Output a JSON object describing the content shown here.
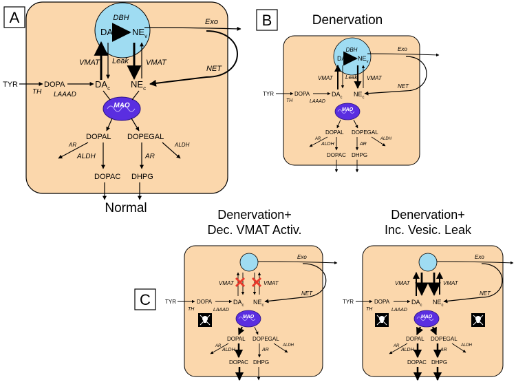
{
  "panels": {
    "A": {
      "label": "A",
      "caption": "Normal",
      "labels": {
        "dbh": "DBH",
        "da_v": "DA",
        "da_v_sub": "v",
        "ne_v": "NE",
        "ne_v_sub": "v",
        "exo": "Exo",
        "vmat_left": "VMAT",
        "leak": "Leak",
        "vmat_right": "VMAT",
        "net": "NET",
        "tyr": "TYR",
        "dopa": "DOPA",
        "th": "TH",
        "laaad": "LAAAD",
        "da_c": "DA",
        "da_c_sub": "c",
        "ne_c": "NE",
        "ne_c_sub": "c",
        "mao": "MAO",
        "dopal": "DOPAL",
        "dopegal": "DOPEGAL",
        "ar_left": "AR",
        "aldh_left": "ALDH",
        "ar_mid": "AR",
        "aldh_right": "ALDH",
        "dopac": "DOPAC",
        "dhpg": "DHPG"
      }
    },
    "B": {
      "label": "B",
      "caption": "Denervation",
      "labels": {
        "dbh": "DBH",
        "da_v": "DA",
        "da_v_sub": "v",
        "ne_v": "NE",
        "ne_v_sub": "v",
        "exo": "Exo",
        "vmat_left": "VMAT",
        "leak": "Leak",
        "vmat_right": "VMAT",
        "net": "NET",
        "tyr": "TYR",
        "dopa": "DOPA",
        "th": "TH",
        "laaad": "LAAAD",
        "da_c": "DA",
        "da_c_sub": "c",
        "ne_c": "NE",
        "ne_c_sub": "c",
        "mao": "MAO",
        "dopal": "DOPAL",
        "dopegal": "DOPEGAL",
        "ar_left": "AR",
        "aldh_left": "ALDH",
        "ar_mid": "AR",
        "aldh_right": "ALDH",
        "dopac": "DOPAC",
        "dhpg": "DHPG"
      }
    },
    "C": {
      "label": "C",
      "left": {
        "caption_line1": "Denervation+",
        "caption_line2": "Dec. VMAT Activ.",
        "labels": {
          "exo": "Exo",
          "vmat_left": "VMAT",
          "vmat_right": "VMAT",
          "net": "NET",
          "tyr": "TYR",
          "dopa": "DOPA",
          "th": "TH",
          "laaad": "LAAAD",
          "da_c": "DA",
          "da_c_sub": "c",
          "ne_c": "NE",
          "ne_c_sub": "c",
          "mao": "MAO",
          "dopal": "DOPAL",
          "dopegal": "DOPEGAL",
          "ar_left": "AR",
          "aldh_left": "ALDH",
          "ar_mid": "AR",
          "aldh_right": "ALDH",
          "dopac": "DOPAC",
          "dhpg": "DHPG"
        }
      },
      "right": {
        "caption_line1": "Denervation+",
        "caption_line2": "Inc. Vesic. Leak",
        "labels": {
          "exo": "Exo",
          "vmat_left": "VMAT",
          "vmat_right": "VMAT",
          "net": "NET",
          "tyr": "TYR",
          "dopa": "DOPA",
          "th": "TH",
          "laaad": "LAAAD",
          "da_c": "DA",
          "da_c_sub": "c",
          "ne_c": "NE",
          "ne_c_sub": "c",
          "mao": "MAO",
          "dopal": "DOPAL",
          "dopegal": "DOPEGAL",
          "ar_left": "AR",
          "aldh_left": "ALDH",
          "ar_mid": "AR",
          "aldh_right": "ALDH",
          "dopac": "DOPAC",
          "dhpg": "DHPG"
        }
      }
    }
  },
  "colors": {
    "cell_fill": "#fbd7ac",
    "vesicle_fill": "#9fdcf2",
    "mao_fill": "#5a2ee0",
    "x_mark": "#e8382a",
    "line": "#000000"
  }
}
